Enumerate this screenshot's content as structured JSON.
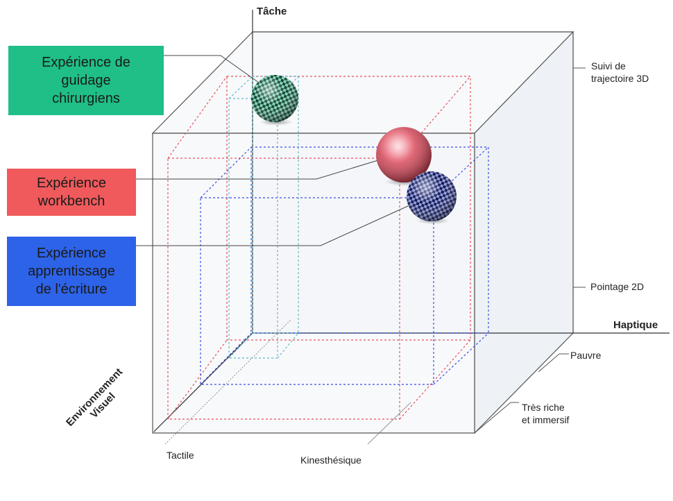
{
  "axes": {
    "tache": "Tâche",
    "haptique": "Haptique",
    "environnement": [
      "Environnement",
      "Visuel"
    ]
  },
  "tache_levels": {
    "high": [
      "Suivi de",
      "trajectoire 3D"
    ],
    "low": "Pointage 2D"
  },
  "env_levels": {
    "poor": "Pauvre",
    "rich": [
      "Très riche",
      "et immersif"
    ]
  },
  "haptic_levels": {
    "tactile": "Tactile",
    "kinesthetic": "Kinesthésique"
  },
  "experiences": [
    {
      "id": "surgeons",
      "lines": [
        "Expérience de",
        "guidage",
        "chirurgiens"
      ],
      "box_color": "#1fbf87",
      "sphere_color": "#1e6b53",
      "pattern": "checker"
    },
    {
      "id": "workbench",
      "lines": [
        "Expérience",
        "workbench"
      ],
      "box_color": "#f05a5c",
      "sphere_color": "#e0505e",
      "pattern": "glossy"
    },
    {
      "id": "writing",
      "lines": [
        "Expérience",
        "apprentissage",
        "de l'écriture"
      ],
      "box_color": "#2d63e8",
      "sphere_color": "#1c2a80",
      "pattern": "checker"
    }
  ],
  "colors": {
    "cube_edge": "#555555",
    "cube_face": "#f3f6f9",
    "red_dash": "#e8505a",
    "blue_dash": "#3a4fe0",
    "teal_dash": "#5fb9c9"
  }
}
